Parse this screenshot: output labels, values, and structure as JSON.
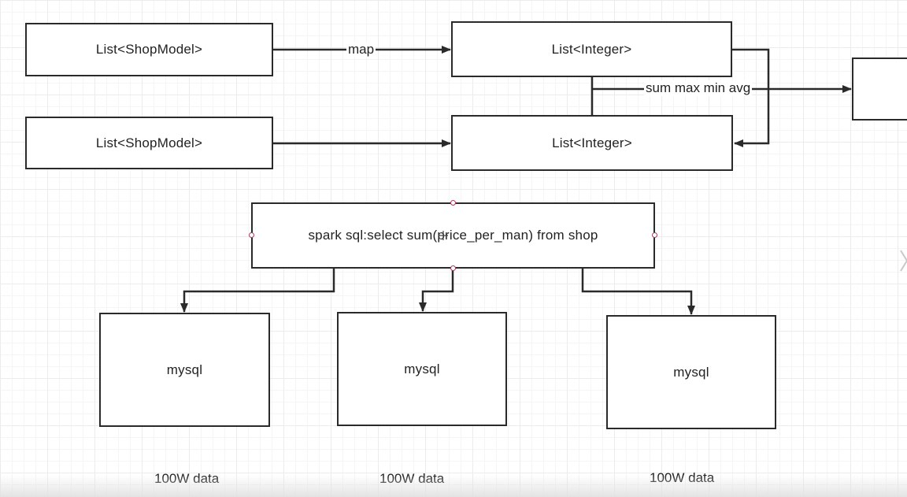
{
  "top_row": {
    "source_label": "List<ShopModel>",
    "edge_label": "map",
    "target_label": "List<Integer>"
  },
  "second_row": {
    "source_label": "List<ShopModel>",
    "target_label": "List<Integer>"
  },
  "aggregate_edge_label": "sum max min avg",
  "spark_box_label": "spark sql:select sum(price_per_man) from shop",
  "mysql_nodes": [
    {
      "label": "mysql",
      "data_label": "100W data"
    },
    {
      "label": "mysql",
      "data_label": "100W data"
    },
    {
      "label": "mysql",
      "data_label": "100W data"
    }
  ],
  "colors": {
    "stroke": "#2a2a2a",
    "selection_handle": "#b03a5a",
    "grid": "#ececec"
  }
}
